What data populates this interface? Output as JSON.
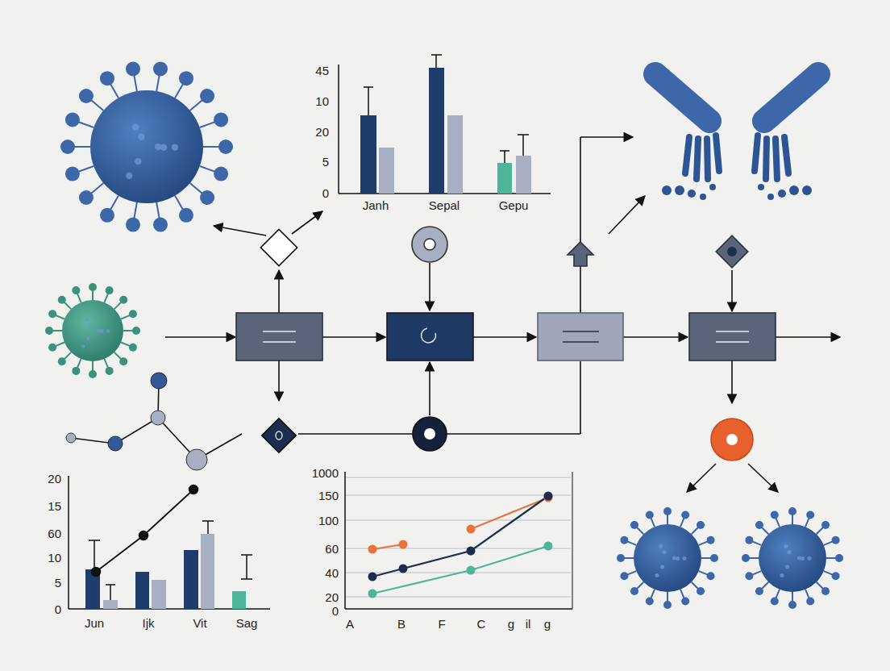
{
  "diagram": {
    "labels": [
      "45",
      "10",
      "20",
      "5",
      "0",
      "Janh",
      "Sepal",
      "Gepu",
      "20",
      "15",
      "60",
      "10",
      "5",
      "0",
      "Jun",
      "Ijk",
      "Vit",
      "Sag",
      "1000",
      "150",
      "100",
      "60",
      "40",
      "20",
      "0",
      "A",
      "B",
      "F",
      "C",
      "g",
      "il",
      "g"
    ]
  }
}
